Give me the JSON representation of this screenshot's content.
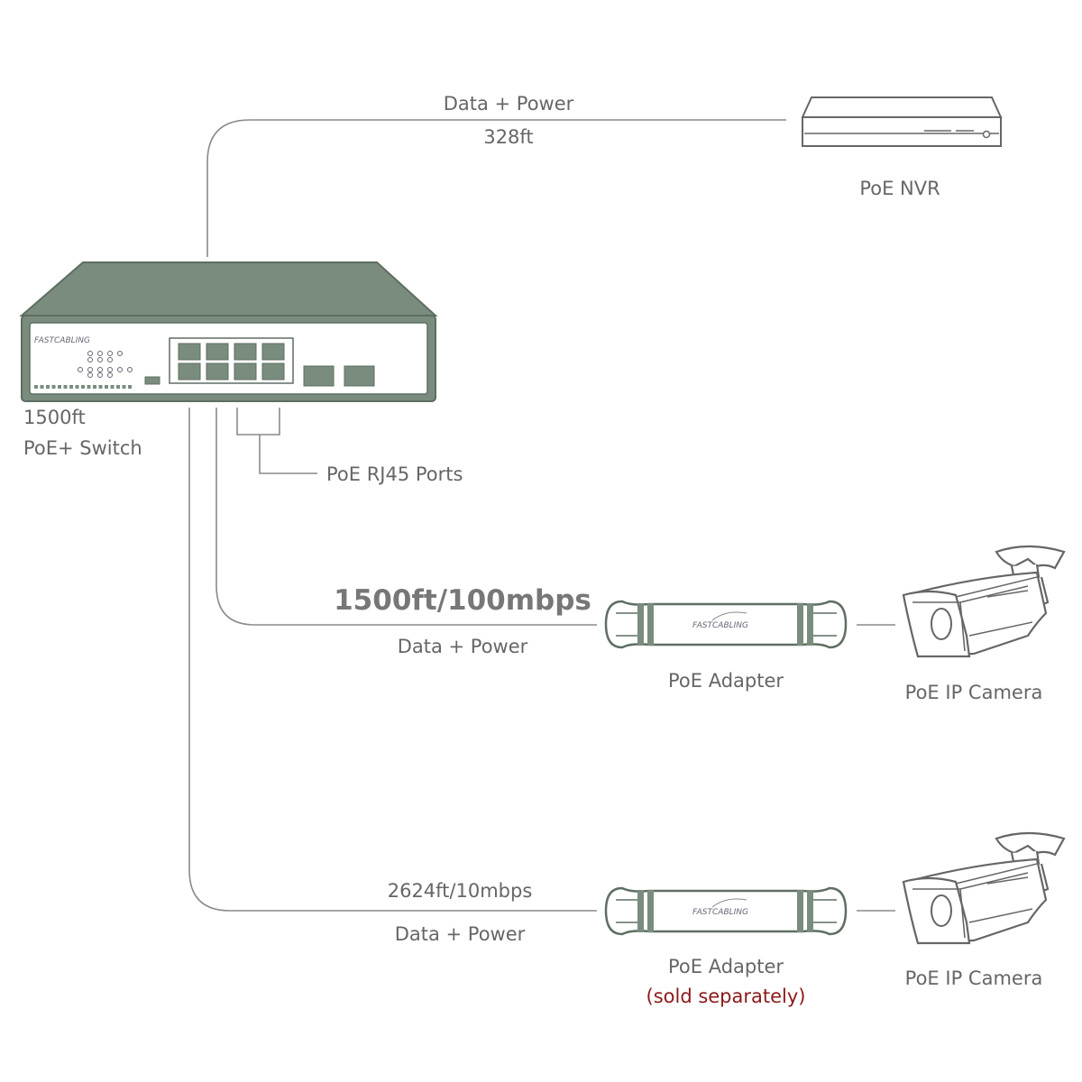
{
  "colors": {
    "device": "#7a8c7e",
    "line": "#8a8a8a",
    "text": "#666666",
    "note": "#8b1a1a"
  },
  "nvr_link": {
    "label": "Data + Power",
    "distance": "328ft"
  },
  "nvr": {
    "label": "PoE NVR"
  },
  "switch": {
    "distance": "1500ft",
    "label": "PoE+ Switch",
    "brand": "FASTCABLING"
  },
  "ports_callout": {
    "label": "PoE RJ45 Ports"
  },
  "link1": {
    "spec": "1500ft/100mbps",
    "label": "Data + Power"
  },
  "adapter1": {
    "label": "PoE Adapter",
    "brand": "FASTCABLING"
  },
  "camera1": {
    "label": "PoE IP Camera"
  },
  "link2": {
    "spec": "2624ft/10mbps",
    "label": "Data + Power"
  },
  "adapter2": {
    "label": "PoE Adapter",
    "note": "(sold separately)",
    "brand": "FASTCABLING"
  },
  "camera2": {
    "label": "PoE IP Camera"
  }
}
